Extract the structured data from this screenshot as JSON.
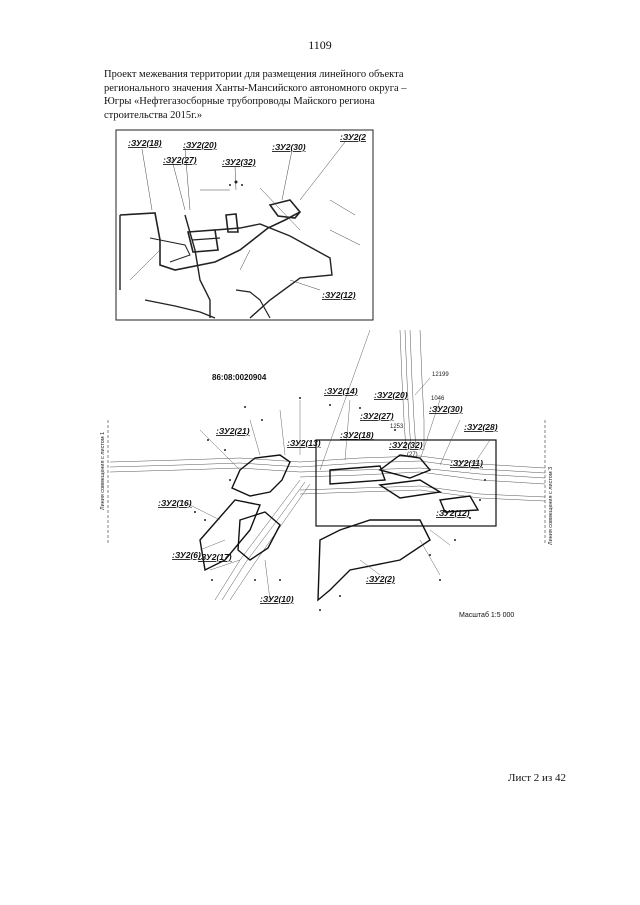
{
  "page": {
    "number": "1109",
    "title_lines": [
      "Проект межевания территории для размещения линейного объекта",
      "регионального значения Ханты-Мансийского автономного округа –",
      "Югры «Нефтегазосборные трубопроводы Майского региона",
      "строительства 2015г.»"
    ],
    "scale": "Масштаб 1:5 000",
    "sheet": "Лист 2 из 42"
  },
  "inset_labels": [
    ":ЗУ2(18)",
    ":ЗУ2(20)",
    ":ЗУ2(27)",
    ":ЗУ2(32)",
    ":ЗУ2(30)",
    ":ЗУ2(2",
    ":ЗУ2(12)"
  ],
  "main_labels": {
    "cadastral": "86:08:0020904",
    "plots": [
      ":ЗУ2(14)",
      ":ЗУ2(20)",
      ":ЗУ2(27)",
      ":ЗУ2(30)",
      ":ЗУ2(18)",
      ":ЗУ2(21)",
      ":ЗУ2(13)",
      ":ЗУ2(32)",
      ":ЗУ2(28)",
      ":ЗУ2(11)",
      ":ЗУ2(16)",
      ":ЗУ2(12)",
      ":ЗУ2(6)",
      ":ЗУ2(17)",
      ":ЗУ2(2)",
      ":ЗУ2(10)"
    ],
    "points": [
      "12199",
      "1046",
      "1253",
      "(27)"
    ],
    "side_left": "Линия совмещения с листом 1",
    "side_right": "Линия совмещения с листом 3"
  }
}
